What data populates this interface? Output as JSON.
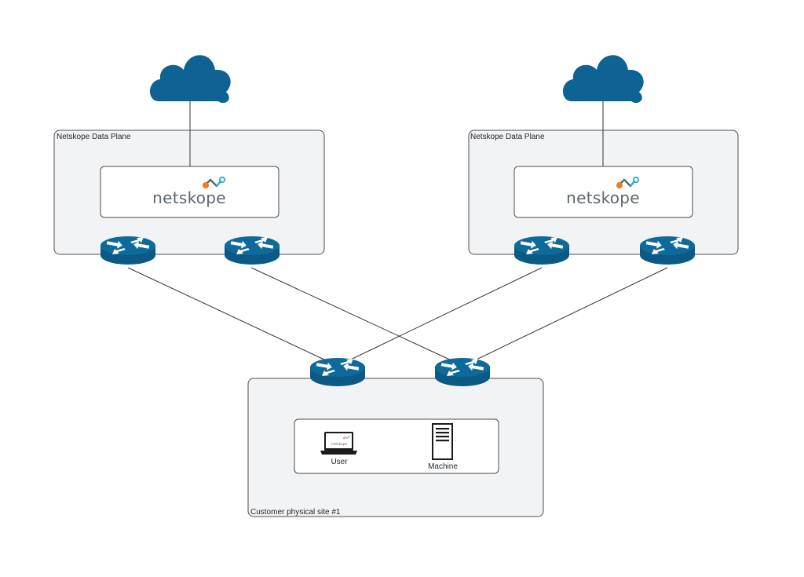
{
  "diagram": {
    "left_plane": {
      "title": "Netskope Data Plane",
      "brand": "netskope"
    },
    "right_plane": {
      "title": "Netskope Data Plane",
      "brand": "netskope"
    },
    "customer_site": {
      "title": "Customer physical site #1",
      "devices": [
        {
          "label": "User",
          "icon": "laptop-icon",
          "screen_brand": "netskope"
        },
        {
          "label": "Machine",
          "icon": "server-icon"
        }
      ]
    }
  },
  "colors": {
    "device_blue": "#0d6a9a",
    "device_blue_dark": "#0a5a85",
    "cloud_blue": "#0f6294",
    "box_fill": "#f2f3f5",
    "box_border": "#4d4d4d",
    "brand_orange": "#f07d22",
    "brand_teal": "#2aa9c9",
    "brand_gray": "#5b6670",
    "link_line": "#333333"
  },
  "icons": [
    "cloud-icon",
    "router-icon",
    "netskope-logo-icon",
    "laptop-icon",
    "server-icon"
  ]
}
